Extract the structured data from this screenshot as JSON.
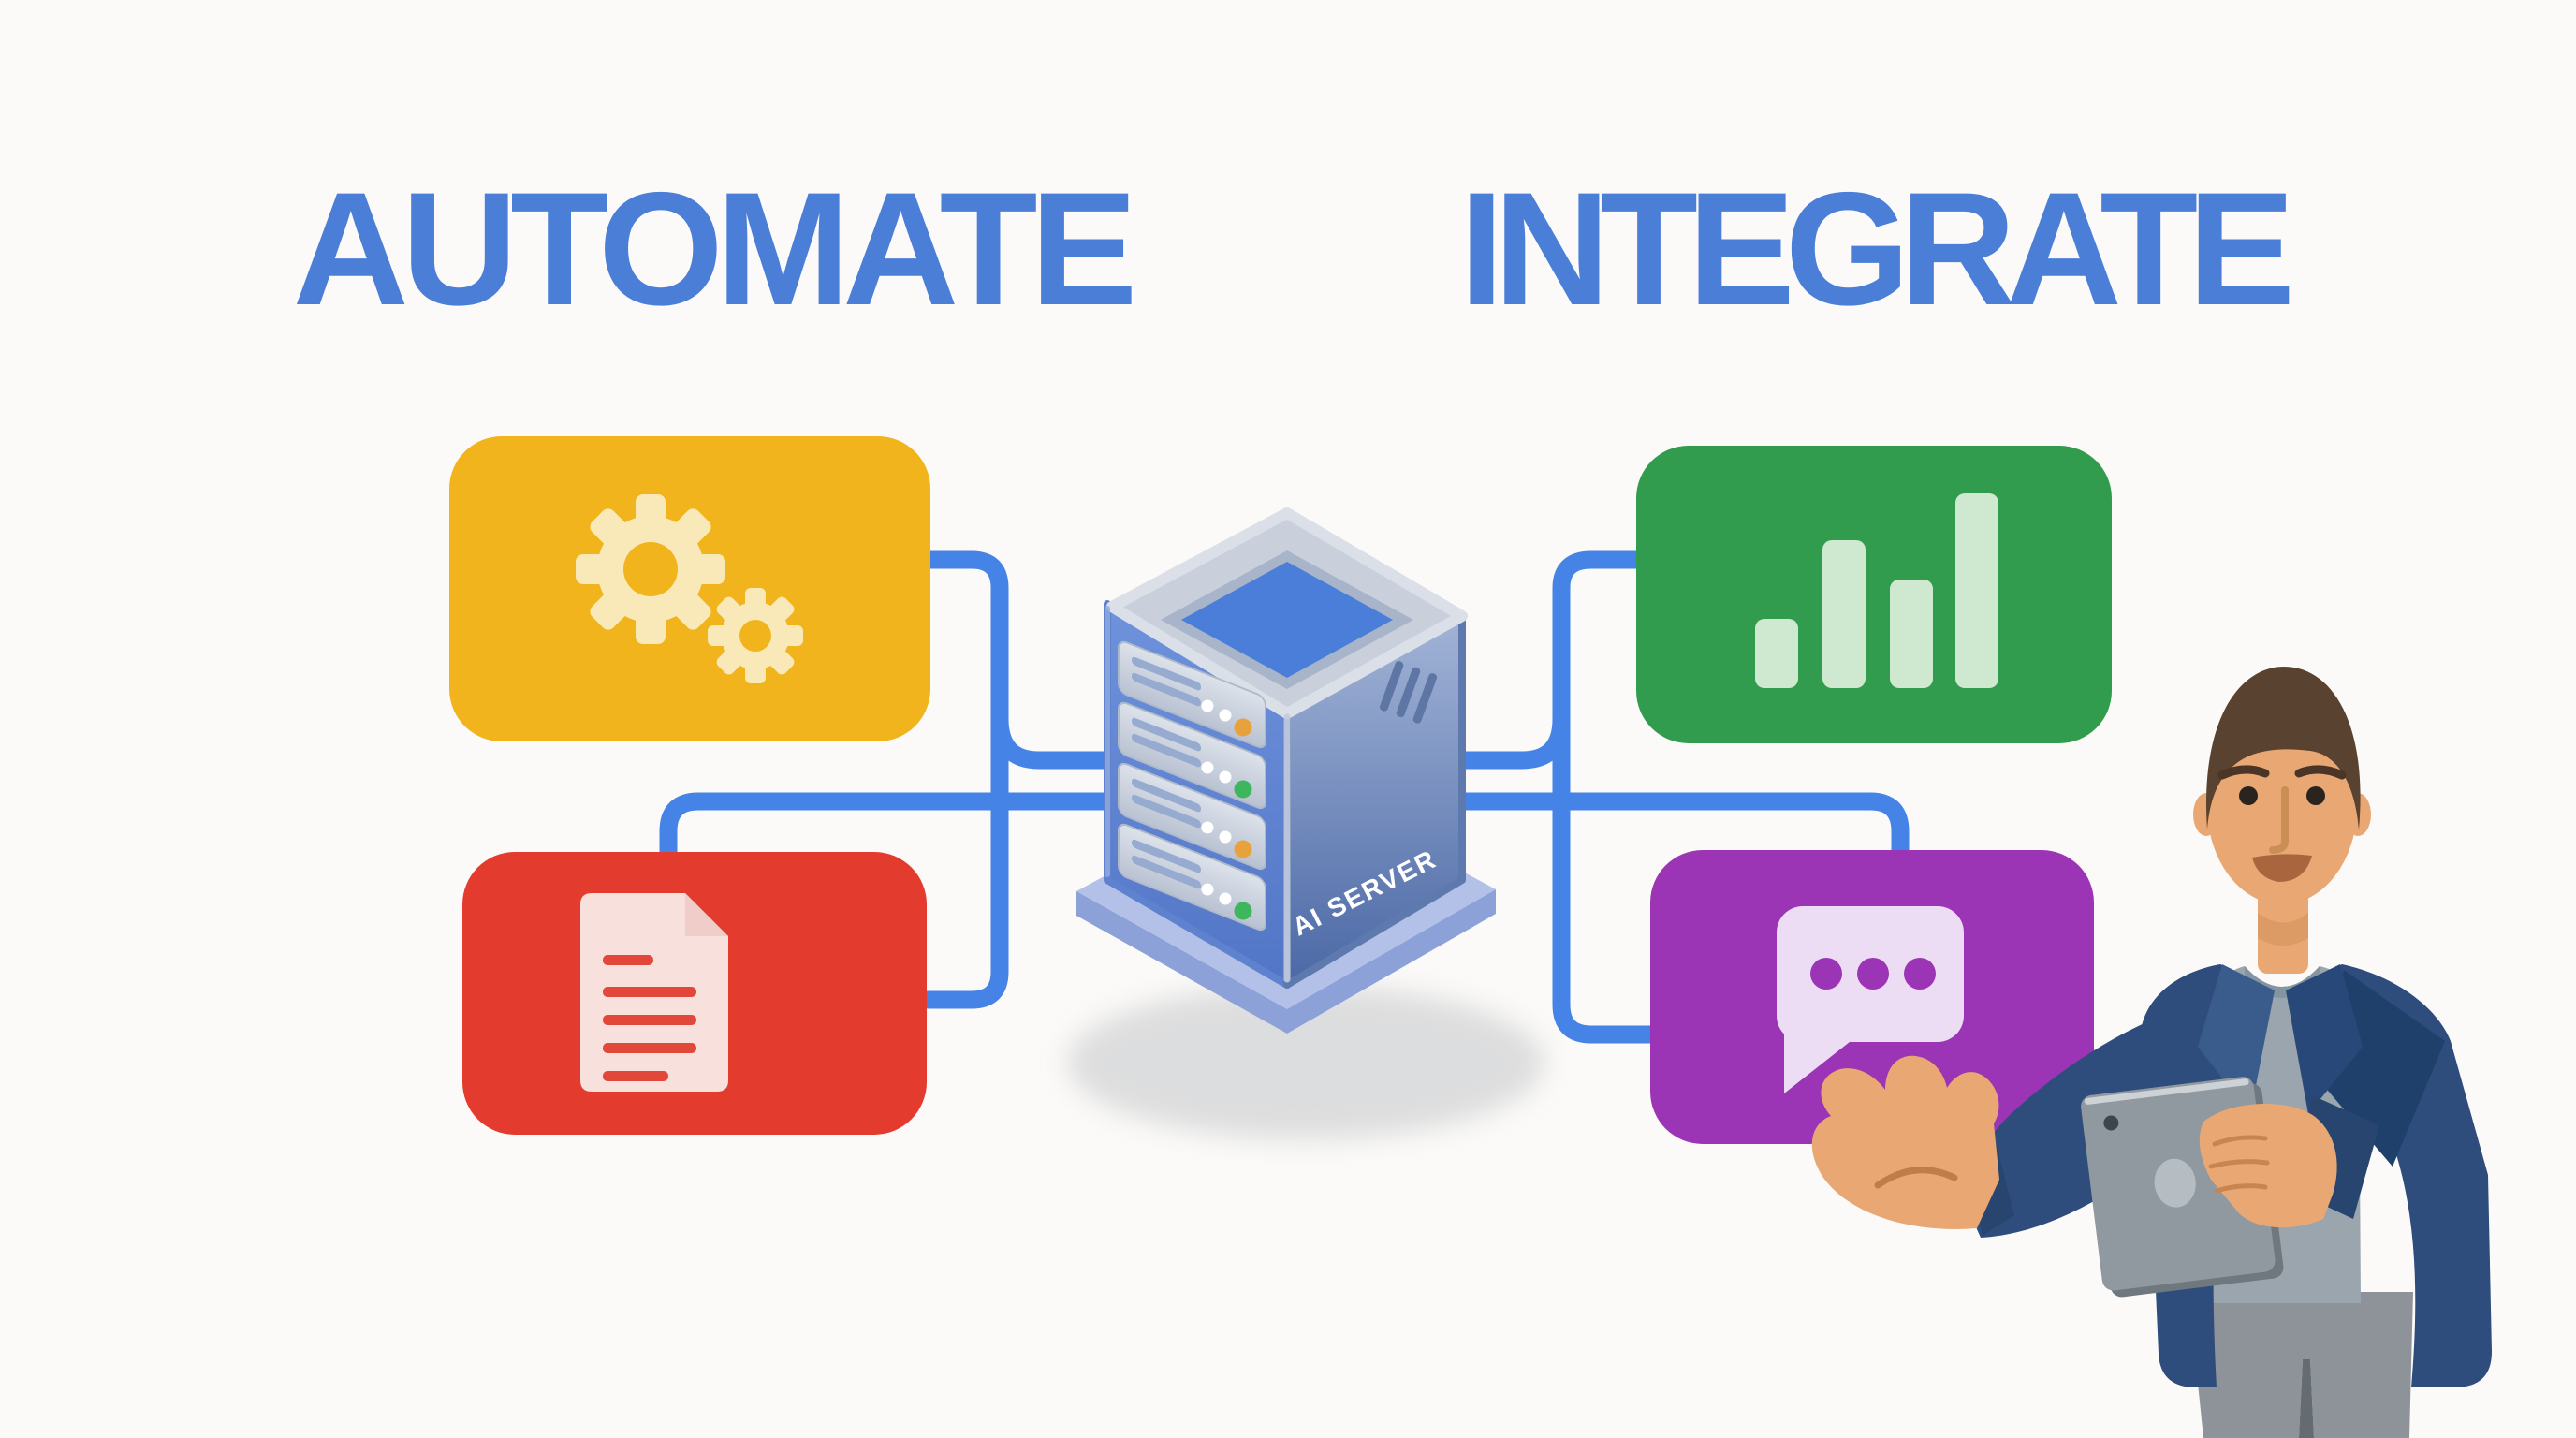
{
  "titles": {
    "left": "AUTOMATE",
    "right": "INTEGRATE"
  },
  "server": {
    "label": "AI SERVER"
  },
  "nodes": [
    {
      "name": "automation",
      "icon": "gears-icon",
      "color": "#f2b41d",
      "position": "top-left"
    },
    {
      "name": "documents",
      "icon": "document-icon",
      "color": "#e33b2e",
      "position": "bottom-left"
    },
    {
      "name": "analytics",
      "icon": "bar-chart-icon",
      "color": "#319c4d",
      "position": "top-right"
    },
    {
      "name": "messaging",
      "icon": "chat-bubble-icon",
      "color": "#9b35b5",
      "position": "bottom-right"
    }
  ],
  "colors": {
    "background": "#fbfaf8",
    "title_text": "#4a7ed7",
    "connector": "#4583e6",
    "server_screen": "#4a7ed9",
    "server_led_sequence": [
      "#e8a23b",
      "#3db65c",
      "#e8a23b",
      "#3db65c"
    ]
  },
  "figure": {
    "description": "smiling man in navy blazer presenting and holding a tablet"
  }
}
